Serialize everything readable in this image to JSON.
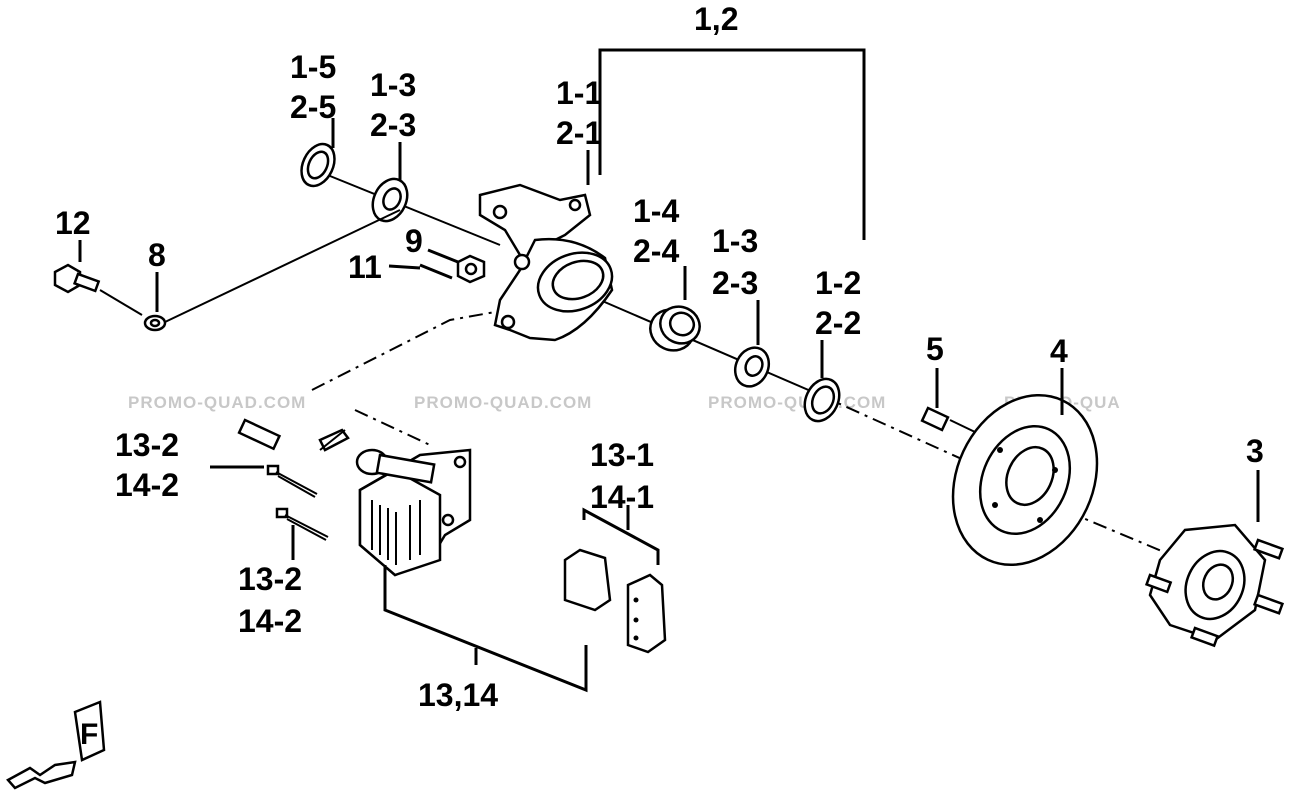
{
  "diagram": {
    "labels": {
      "assy_1_2": "1,2",
      "p1_1": "1-1",
      "p2_1": "2-1",
      "p1_5": "1-5",
      "p2_5": "2-5",
      "p1_3a": "1-3",
      "p2_3a": "2-3",
      "p1_4": "1-4",
      "p2_4": "2-4",
      "p1_3b": "1-3",
      "p2_3b": "2-3",
      "p1_2": "1-2",
      "p2_2": "2-2",
      "p12": "12",
      "p8": "8",
      "p9": "9",
      "p11": "11",
      "p5": "5",
      "p4": "4",
      "p3": "3",
      "p13_2a": "13-2",
      "p14_2a": "14-2",
      "p13_2b": "13-2",
      "p14_2b": "14-2",
      "p13_1": "13-1",
      "p14_1": "14-1",
      "p13_14": "13,14",
      "front_mark": "F"
    },
    "watermarks": [
      "PROMO-QUAD.COM",
      "PROMO-QUAD.COM",
      "PROMO-QUAD.COM",
      "PROMO-QUA"
    ]
  }
}
